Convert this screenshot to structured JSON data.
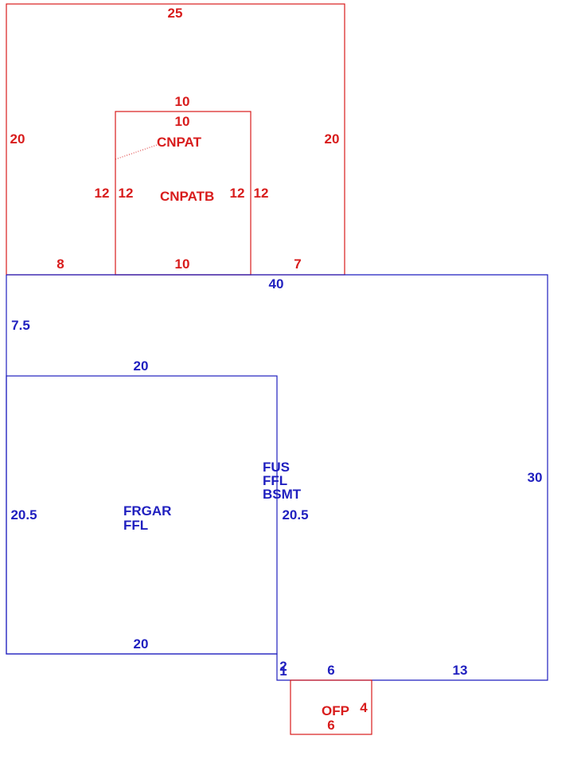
{
  "colors": {
    "red": "#d81c1c",
    "blue": "#1f1fbf"
  },
  "areas": {
    "cnpat": "CNPAT",
    "cnpatb": "CNPATB",
    "frgar_1": "FRGAR",
    "frgar_2": "FFL",
    "main_1": "FUS",
    "main_2": "FFL",
    "main_3": "BSMT",
    "ofp": "OFP"
  },
  "dims": {
    "cnpat_top": "25",
    "cnpat_left": "20",
    "cnpat_right": "20",
    "cnpat_bottom_left": "8",
    "cnpat_bottom_right": "7",
    "cnpatb_top_out": "10",
    "cnpatb_top_in": "10",
    "cnpatb_left_out": "12",
    "cnpatb_left_in": "12",
    "cnpatb_right_in": "12",
    "cnpatb_right_out": "12",
    "cnpatb_bottom": "10",
    "main_top": "40",
    "main_left": "7.5",
    "main_right": "30",
    "main_inner_vertical": "20.5",
    "main_step_a": "2",
    "main_step_b": "1",
    "main_bottom_mid": "6",
    "main_bottom_right": "13",
    "gar_top": "20",
    "gar_left": "20.5",
    "gar_bottom": "20",
    "ofp_right": "4",
    "ofp_bottom": "6"
  }
}
